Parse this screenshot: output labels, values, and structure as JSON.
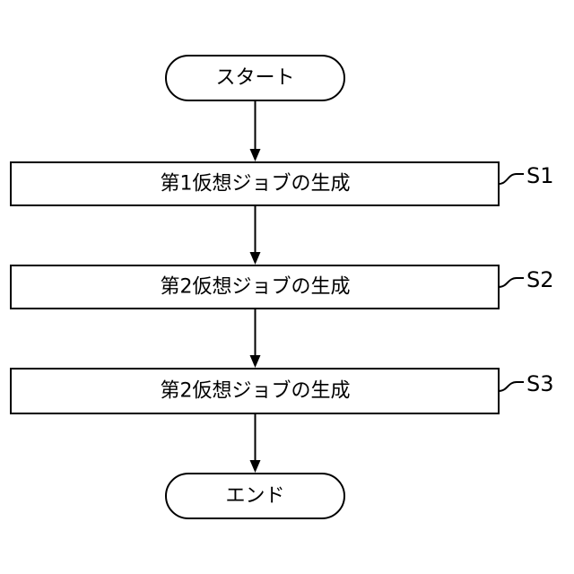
{
  "flowchart": {
    "start": {
      "label": "スタート"
    },
    "steps": [
      {
        "id": "S1",
        "label": "第1仮想ジョブの生成"
      },
      {
        "id": "S2",
        "label": "第2仮想ジョブの生成"
      },
      {
        "id": "S3",
        "label": "第2仮想ジョブの生成"
      }
    ],
    "end": {
      "label": "エンド"
    }
  }
}
